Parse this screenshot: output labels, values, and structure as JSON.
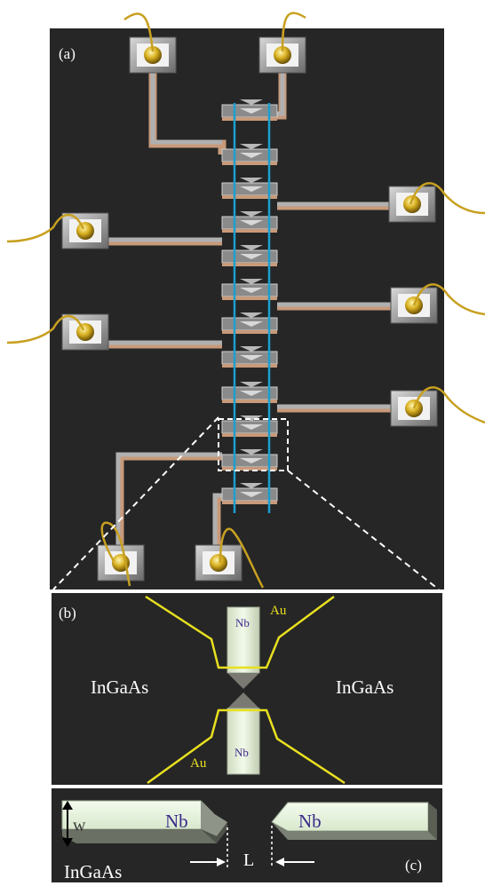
{
  "panels": {
    "a": {
      "label": "(a)"
    },
    "b": {
      "label": "(b)",
      "left_material": "InGaAs",
      "right_material": "InGaAs",
      "top_nb": "Nb",
      "bottom_nb": "Nb",
      "top_au": "Au",
      "bottom_au": "Au"
    },
    "c": {
      "label": "(c)",
      "width_symbol": "w",
      "left_nb": "Nb",
      "right_nb": "Nb",
      "gap_symbol": "L",
      "substrate": "InGaAs"
    }
  },
  "colors": {
    "panel_bg": "#262626",
    "background": "#ffffff",
    "wire_gold": "#c8a020",
    "electrode_blue": "#1a9fd0",
    "au_outline": "#e8e020",
    "nb_fill": "#e4f2d8",
    "pad_frame": "#9a9a9a",
    "lead_copper": "#c89a7a",
    "dashed": "#ffffff",
    "label_white": "#ffffff",
    "label_purple": "#3a2a8a"
  }
}
